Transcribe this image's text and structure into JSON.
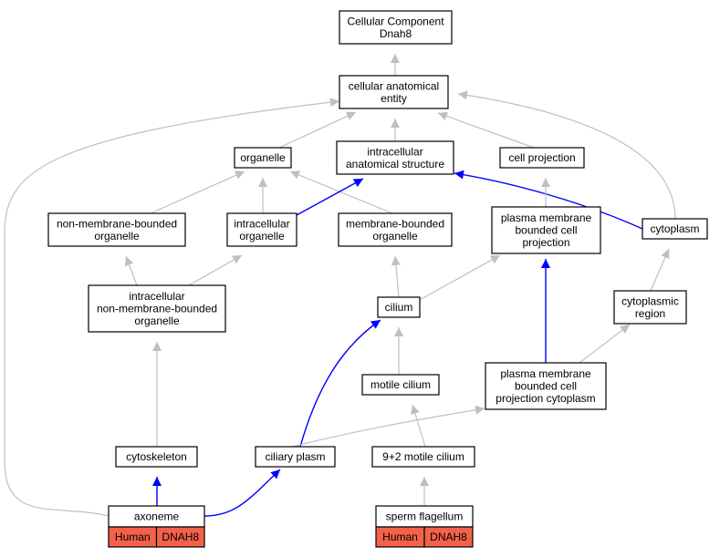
{
  "colors": {
    "is_a_edge": "#bfbfbf",
    "part_of_edge": "#0000ff",
    "annotation_tag": "#f4614a",
    "node_border": "#000000",
    "background": "#ffffff"
  },
  "nodes": {
    "root": {
      "lines": [
        "Cellular Component",
        "Dnah8"
      ]
    },
    "cellular_anatomical_entity": {
      "lines": [
        "cellular anatomical",
        "entity"
      ]
    },
    "organelle": {
      "lines": [
        "organelle"
      ]
    },
    "intracellular_anatomical_structure": {
      "lines": [
        "intracellular",
        "anatomical structure"
      ]
    },
    "cell_projection": {
      "lines": [
        "cell projection"
      ]
    },
    "non_membrane_bounded_organelle": {
      "lines": [
        "non-membrane-bounded",
        "organelle"
      ]
    },
    "intracellular_organelle": {
      "lines": [
        "intracellular",
        "organelle"
      ]
    },
    "membrane_bounded_organelle": {
      "lines": [
        "membrane-bounded",
        "organelle"
      ]
    },
    "plasma_membrane_bounded_cell_projection": {
      "lines": [
        "plasma membrane",
        "bounded cell",
        "projection"
      ]
    },
    "cytoplasm": {
      "lines": [
        "cytoplasm"
      ]
    },
    "intracellular_non_membrane_bounded_organelle": {
      "lines": [
        "intracellular",
        "non-membrane-bounded",
        "organelle"
      ]
    },
    "cilium": {
      "lines": [
        "cilium"
      ]
    },
    "cytoplasmic_region": {
      "lines": [
        "cytoplasmic",
        "region"
      ]
    },
    "motile_cilium": {
      "lines": [
        "motile cilium"
      ]
    },
    "plasma_membrane_bounded_cell_projection_cytoplasm": {
      "lines": [
        "plasma membrane",
        "bounded cell",
        "projection cytoplasm"
      ]
    },
    "cytoskeleton": {
      "lines": [
        "cytoskeleton"
      ]
    },
    "ciliary_plasm": {
      "lines": [
        "ciliary plasm"
      ]
    },
    "motile_cilium_9_2": {
      "lines": [
        "9+2 motile cilium"
      ]
    },
    "axoneme": {
      "lines": [
        "axoneme"
      ],
      "tags": [
        "Human",
        "DNAH8"
      ]
    },
    "sperm_flagellum": {
      "lines": [
        "sperm flagellum"
      ],
      "tags": [
        "Human",
        "DNAH8"
      ]
    }
  },
  "edges": [
    {
      "from": "cellular_anatomical_entity",
      "to": "root",
      "type": "is_a"
    },
    {
      "from": "intracellular_anatomical_structure",
      "to": "cellular_anatomical_entity",
      "type": "is_a"
    },
    {
      "from": "organelle",
      "to": "cellular_anatomical_entity",
      "type": "is_a"
    },
    {
      "from": "cell_projection",
      "to": "cellular_anatomical_entity",
      "type": "is_a"
    },
    {
      "from": "cytoplasm",
      "to": "cellular_anatomical_entity",
      "type": "is_a"
    },
    {
      "from": "axoneme",
      "to": "cellular_anatomical_entity",
      "type": "is_a"
    },
    {
      "from": "non_membrane_bounded_organelle",
      "to": "organelle",
      "type": "is_a"
    },
    {
      "from": "intracellular_organelle",
      "to": "organelle",
      "type": "is_a"
    },
    {
      "from": "membrane_bounded_organelle",
      "to": "organelle",
      "type": "is_a"
    },
    {
      "from": "intracellular_organelle",
      "to": "intracellular_anatomical_structure",
      "type": "part_of"
    },
    {
      "from": "cytoplasm",
      "to": "intracellular_anatomical_structure",
      "type": "part_of"
    },
    {
      "from": "plasma_membrane_bounded_cell_projection",
      "to": "cell_projection",
      "type": "is_a"
    },
    {
      "from": "intracellular_non_membrane_bounded_organelle",
      "to": "non_membrane_bounded_organelle",
      "type": "is_a"
    },
    {
      "from": "intracellular_non_membrane_bounded_organelle",
      "to": "intracellular_organelle",
      "type": "is_a"
    },
    {
      "from": "cilium",
      "to": "membrane_bounded_organelle",
      "type": "is_a"
    },
    {
      "from": "cilium",
      "to": "plasma_membrane_bounded_cell_projection",
      "type": "is_a"
    },
    {
      "from": "plasma_membrane_bounded_cell_projection_cytoplasm",
      "to": "plasma_membrane_bounded_cell_projection",
      "type": "part_of"
    },
    {
      "from": "cytoplasmic_region",
      "to": "cytoplasm",
      "type": "is_a"
    },
    {
      "from": "plasma_membrane_bounded_cell_projection_cytoplasm",
      "to": "cytoplasmic_region",
      "type": "is_a"
    },
    {
      "from": "motile_cilium",
      "to": "cilium",
      "type": "is_a"
    },
    {
      "from": "ciliary_plasm",
      "to": "cilium",
      "type": "part_of"
    },
    {
      "from": "ciliary_plasm",
      "to": "plasma_membrane_bounded_cell_projection_cytoplasm",
      "type": "is_a"
    },
    {
      "from": "motile_cilium_9_2",
      "to": "motile_cilium",
      "type": "is_a"
    },
    {
      "from": "cytoskeleton",
      "to": "intracellular_non_membrane_bounded_organelle",
      "type": "is_a"
    },
    {
      "from": "sperm_flagellum",
      "to": "motile_cilium_9_2",
      "type": "is_a"
    },
    {
      "from": "axoneme",
      "to": "cytoskeleton",
      "type": "part_of"
    },
    {
      "from": "axoneme",
      "to": "ciliary_plasm",
      "type": "part_of"
    }
  ]
}
